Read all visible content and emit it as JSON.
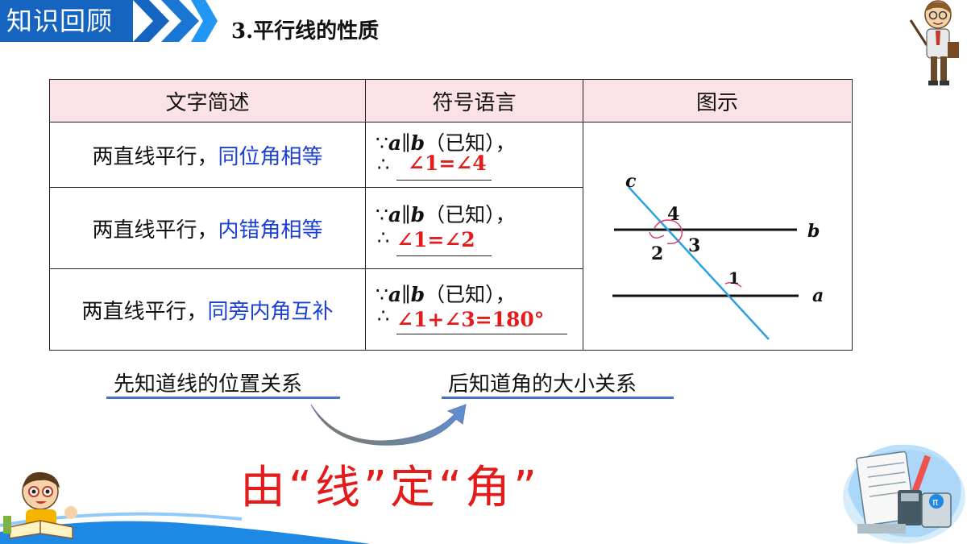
{
  "header": {
    "tag": "知识回顾",
    "subtitle": "3.平行线的性质"
  },
  "table": {
    "headers": [
      "文字简述",
      "符号语言",
      "图示"
    ],
    "rows": [
      {
        "prefix": "两直线平行，",
        "property": "同位角相等",
        "given_a": "a",
        "parallel": "∥",
        "given_b": "b",
        "given_note": "（已知），",
        "therefore": "∴",
        "because": "∵",
        "answer": "∠1=∠4"
      },
      {
        "prefix": "两直线平行，",
        "property": "内错角相等",
        "given_a": "a",
        "parallel": "∥",
        "given_b": "b",
        "given_note": "（已知），",
        "therefore": "∴",
        "because": "∵",
        "answer": "∠1=∠2"
      },
      {
        "prefix": "两直线平行，",
        "property": "同旁内角互补",
        "given_a": "a",
        "parallel": "∥",
        "given_b": "b",
        "given_note": "（已知），",
        "therefore": "∴",
        "because": "∵",
        "answer": "∠1+∠3=180°"
      }
    ],
    "diagram": {
      "line_c": "c",
      "line_a": "a",
      "line_b": "b",
      "angle_1": "1",
      "angle_2": "2",
      "angle_3": "3",
      "angle_4": "4",
      "transversal_color": "#29a3e0",
      "arc_color": "#d9416e"
    }
  },
  "bottom": {
    "phrase_left": "先知道线的位置关系",
    "phrase_right": "后知道角的大小关系",
    "slogan": "由“线”定“角”"
  },
  "colors": {
    "header_blue": "#1565c0",
    "accent_red": "#e31b1b",
    "highlight_blue": "#1a3fd6",
    "header_pink": "#fbe2e7"
  }
}
